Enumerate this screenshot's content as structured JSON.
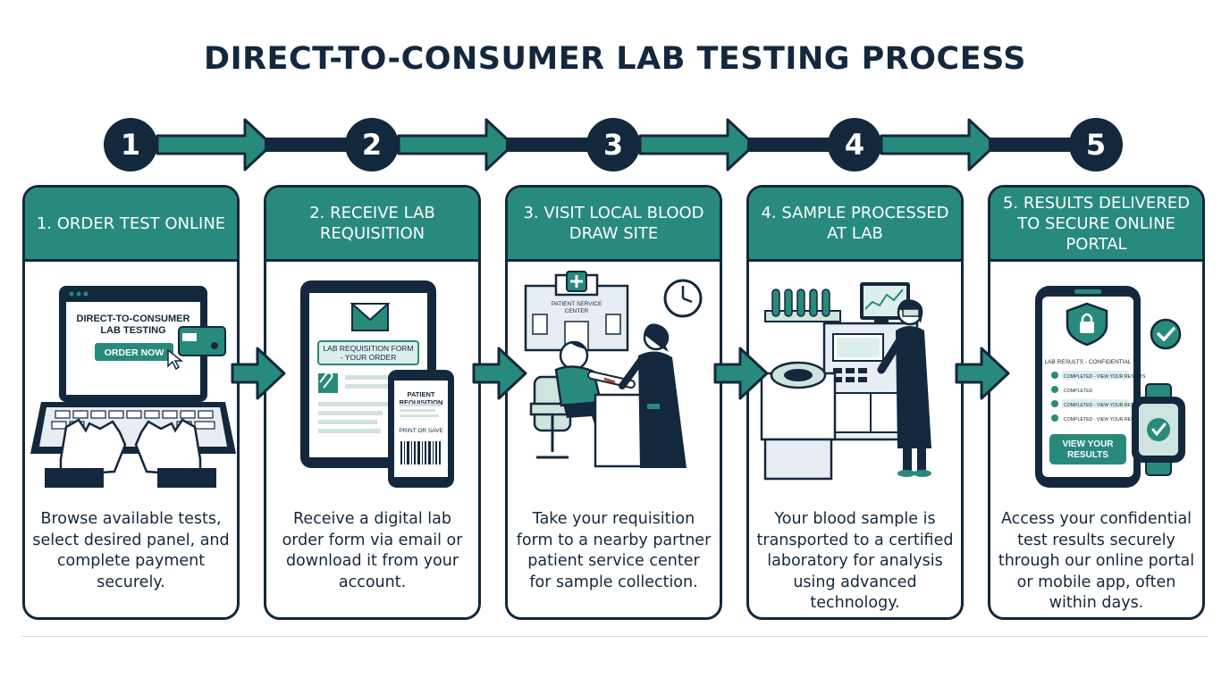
{
  "title": "DIRECT-TO-CONSUMER LAB TESTING PROCESS",
  "colors": {
    "navy": "#14283d",
    "teal": "#278a7d",
    "light_teal": "#dcefec",
    "background": "#ffffff"
  },
  "steps": [
    {
      "number": "1",
      "title": "1. ORDER TEST ONLINE",
      "description": "Browse available tests, select desired panel, and complete payment securely.",
      "illustration": {
        "icon": "laptop-icon",
        "screen_heading": "DIRECT-TO-CONSUMER LAB TESTING",
        "button": "ORDER NOW"
      }
    },
    {
      "number": "2",
      "title": "2. RECEIVE LAB REQUISITION",
      "description": "Receive a digital lab order form via email or download it from your account.",
      "illustration": {
        "icon": "tablet-icon",
        "form_label": "LAB REQUISITION FORM - YOUR ORDER",
        "phone_heading": "PATIENT REQUISITION",
        "phone_footer": "PRINT OR SAVE"
      }
    },
    {
      "number": "3",
      "title": "3. VISIT LOCAL BLOOD DRAW SITE",
      "description": "Take your requisition form to a nearby partner patient service center for sample collection.",
      "illustration": {
        "icon": "clinic-icon",
        "building_sign": "PATIENT SERVICE CENTER"
      }
    },
    {
      "number": "4",
      "title": "4. SAMPLE PROCESSED AT LAB",
      "description": "Your blood sample is transported to a certified laboratory for analysis using advanced technology.",
      "illustration": {
        "icon": "lab-equipment-icon"
      }
    },
    {
      "number": "5",
      "title": "5. RESULTS DELIVERED TO SECURE ONLINE PORTAL",
      "description": "Access your confidential test results securely through our online portal or mobile app, often within days.",
      "illustration": {
        "icon": "smartphone-icon",
        "screen_heading": "LAB RESULTS - CONFIDENTIAL",
        "result_rows": [
          "COMPLETED - VIEW YOUR RESULTS",
          "COMPLETED",
          "COMPLETED - VIEW YOUR RESULTS",
          "COMPLETED - VIEW YOUR RESULTS"
        ],
        "button": "VIEW YOUR RESULTS"
      }
    }
  ]
}
